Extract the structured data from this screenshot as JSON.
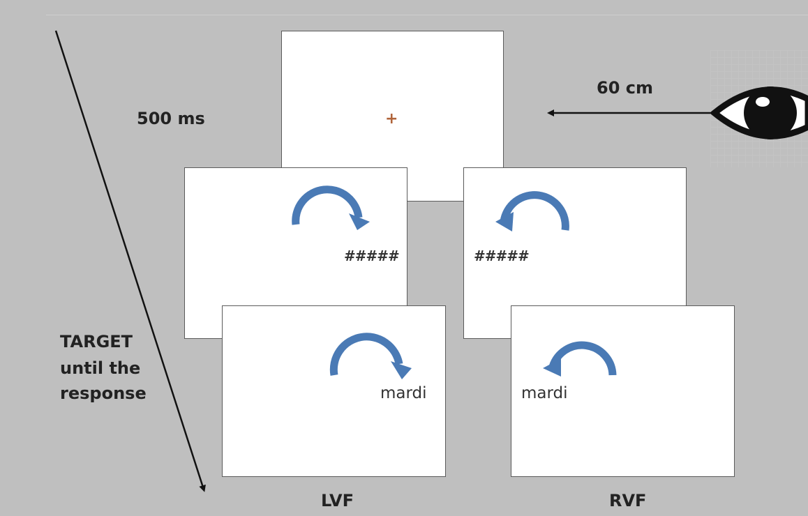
{
  "labels": {
    "fixation_duration": "500 ms",
    "distance": "60 cm",
    "target_line1": "TARGET",
    "target_line2": "until the",
    "target_line3": "response",
    "left_field": "LVF",
    "right_field": "RVF"
  },
  "screens": {
    "fixation_symbol": "+",
    "mask_left": "#####",
    "mask_right": "#####",
    "word_left": "mardi",
    "word_right": "mardi"
  },
  "icons": {
    "eye": "eye-icon",
    "arrow_right": "curved-arrow-right-icon",
    "arrow_left": "curved-arrow-left-icon"
  },
  "colors": {
    "background": "#bfbfbf",
    "arrow_blue": "#4a7ab5",
    "screen": "#ffffff"
  }
}
